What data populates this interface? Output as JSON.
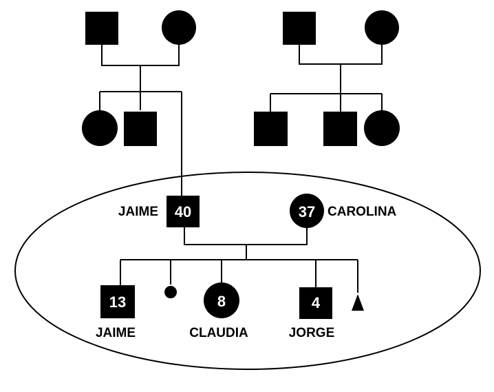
{
  "colors": {
    "ink": "#000000",
    "paper": "#ffffff"
  },
  "family": {
    "father": {
      "name": "JAIME",
      "age": "40",
      "symbol": "square"
    },
    "mother": {
      "name": "CAROLINA",
      "age": "37",
      "symbol": "circle"
    },
    "children": [
      {
        "name": "JAIME",
        "age": "13",
        "symbol": "square"
      },
      {
        "name": "",
        "age": "",
        "symbol": "small-dot"
      },
      {
        "name": "CLAUDIA",
        "age": "8",
        "symbol": "circle"
      },
      {
        "name": "JORGE",
        "age": "4",
        "symbol": "square"
      },
      {
        "name": "",
        "age": "",
        "symbol": "triangle"
      }
    ]
  }
}
